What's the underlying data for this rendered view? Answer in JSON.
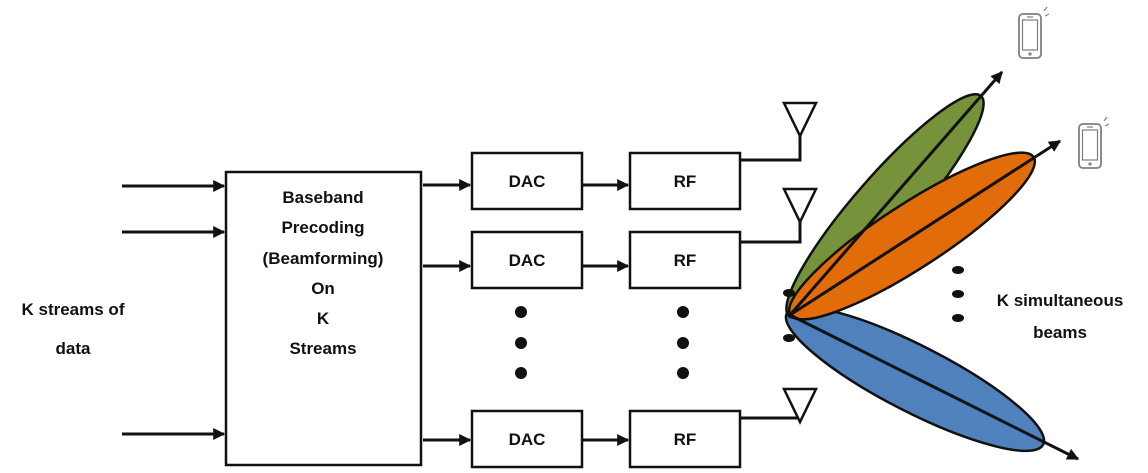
{
  "left_label": {
    "line1": "K  streams of",
    "line2": "data"
  },
  "precoder": {
    "lines": [
      "Baseband",
      "Precoding",
      "(Beamforming)",
      "On",
      "K",
      "Streams"
    ]
  },
  "chains": [
    {
      "dac_label": "DAC",
      "rf_label": "RF"
    },
    {
      "dac_label": "DAC",
      "rf_label": "RF"
    },
    {
      "dac_label": "DAC",
      "rf_label": "RF"
    }
  ],
  "right_label": {
    "line1": "K simultaneous",
    "line2": "beams"
  },
  "beams": [
    {
      "name": "beam-1",
      "color": "#76933c"
    },
    {
      "name": "beam-2",
      "color": "#e26b0a"
    },
    {
      "name": "beam-3",
      "color": "#4f81bd"
    }
  ],
  "icons": {
    "phone": "smartphone-icon",
    "antenna": "antenna-icon"
  }
}
